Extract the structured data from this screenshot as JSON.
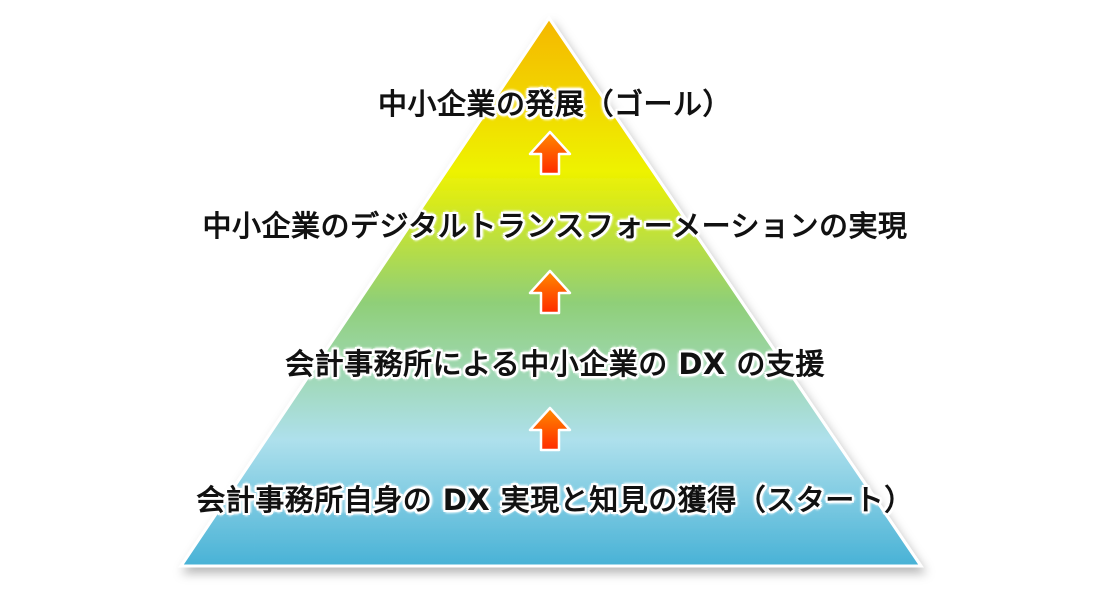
{
  "colors": {
    "pyramid_top": "#f5b700",
    "pyramid_upper": "#eef200",
    "pyramid_middle": "#8fcf78",
    "pyramid_lower": "#aee0ec",
    "pyramid_bottom": "#48b2d6",
    "arrow_top": "#ff8a00",
    "arrow_bottom": "#ff2a00"
  },
  "tiers": {
    "goal": "中小企業の発展（ゴール）",
    "dx_realization": "中小企業のデジタルトランスフォーメーションの実現",
    "firm_support": "会計事務所による中小企業の DX の支援",
    "start": "会計事務所自身の DX 実現と知見の獲得（スタート）"
  },
  "arrows": [
    {
      "icon": "up-arrow-icon",
      "direction": "up"
    },
    {
      "icon": "up-arrow-icon",
      "direction": "up"
    },
    {
      "icon": "up-arrow-icon",
      "direction": "up"
    }
  ]
}
